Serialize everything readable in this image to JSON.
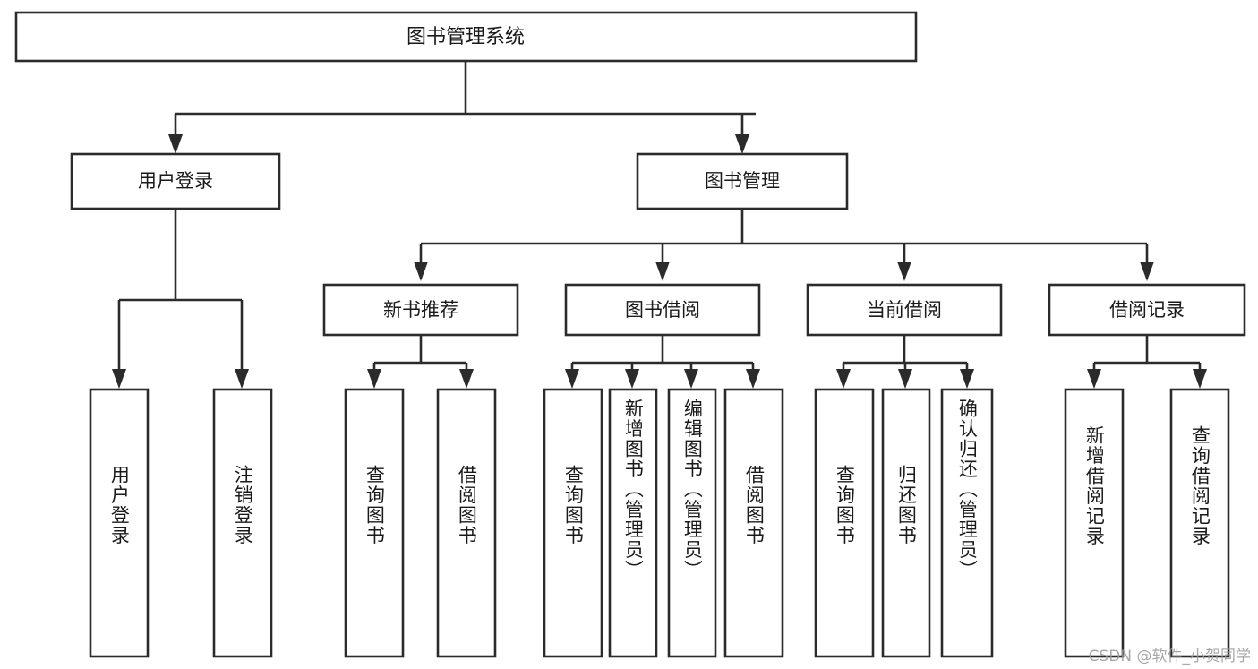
{
  "diagram": {
    "title": "图书管理系统",
    "type": "tree",
    "orientation": "top-down",
    "watermark": "CSDN @软件_小贺同学",
    "colors": {
      "stroke": "#2b2b2b",
      "fill": "#ffffff",
      "text": "#1a1a1a",
      "background": "#ffffff",
      "watermark": "#9a9a9a"
    },
    "root": {
      "label": "图书管理系统",
      "children": [
        {
          "label": "用户登录",
          "children": [
            {
              "label": "用户登录"
            },
            {
              "label": "注销登录"
            }
          ]
        },
        {
          "label": "图书管理",
          "children": [
            {
              "label": "新书推荐",
              "children": [
                {
                  "label": "查询图书"
                },
                {
                  "label": "借阅图书"
                }
              ]
            },
            {
              "label": "图书借阅",
              "children": [
                {
                  "label": "查询图书"
                },
                {
                  "label": "新增图书（管理员）"
                },
                {
                  "label": "编辑图书（管理员）"
                },
                {
                  "label": "借阅图书"
                }
              ]
            },
            {
              "label": "当前借阅",
              "children": [
                {
                  "label": "查询图书"
                },
                {
                  "label": "归还图书"
                },
                {
                  "label": "确认归还（管理员）"
                }
              ]
            },
            {
              "label": "借阅记录",
              "children": [
                {
                  "label": "新增借阅记录"
                },
                {
                  "label": "查询借阅记录"
                }
              ]
            }
          ]
        }
      ]
    },
    "nodes": {
      "root": "图书管理系统",
      "user_login": "用户登录",
      "book_manage": "图书管理",
      "new_book_rec": "新书推荐",
      "book_borrow": "图书借阅",
      "current_borrow": "当前借阅",
      "borrow_record": "借阅记录",
      "leaf_user_login": "用户登录",
      "leaf_logout": "注销登录",
      "leaf_rec_query": "查询图书",
      "leaf_rec_borrow": "借阅图书",
      "leaf_borrow_query": "查询图书",
      "leaf_borrow_add": "新增图书（管理员）",
      "leaf_borrow_edit": "编辑图书（管理员）",
      "leaf_borrow_borrow": "借阅图书",
      "leaf_cur_query": "查询图书",
      "leaf_cur_return": "归还图书",
      "leaf_cur_confirm": "确认归还（管理员）",
      "leaf_rec_add": "新增借阅记录",
      "leaf_rec_search": "查询借阅记录"
    }
  }
}
